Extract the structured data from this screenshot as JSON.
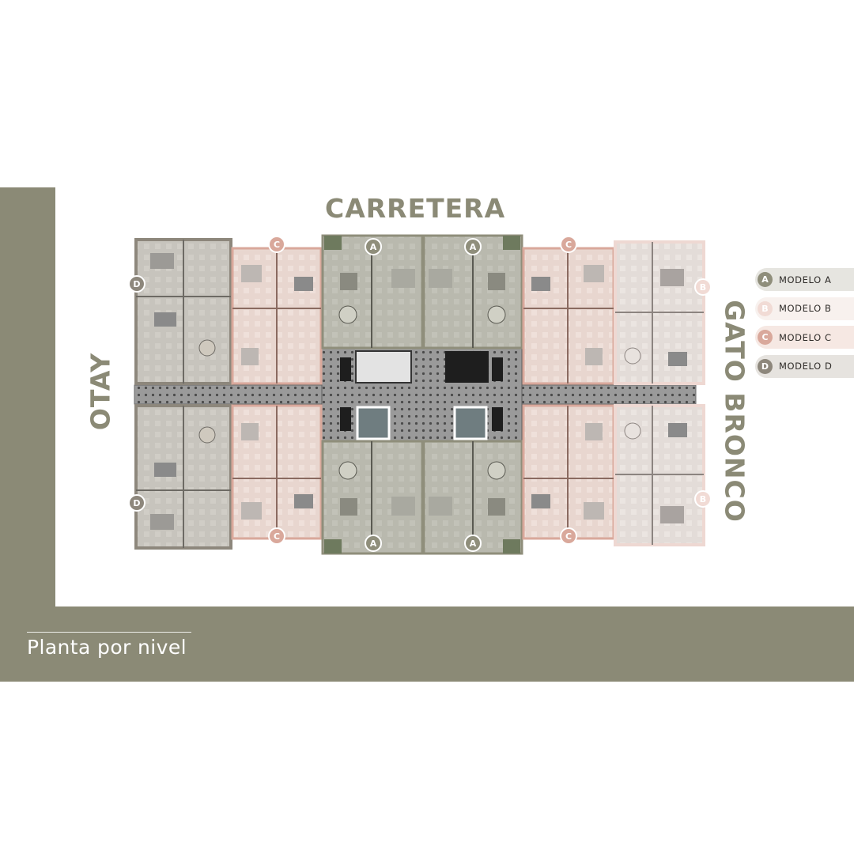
{
  "streets": {
    "top": "CARRETERA",
    "left": "OTAY",
    "right": "GATO BRONCO"
  },
  "caption": "Planta por nivel",
  "colors": {
    "frame": "#8b8a76",
    "model_a": "#8f8e7b",
    "model_b": "#eed8d2",
    "model_c": "#d9a89b",
    "model_d": "#8d877c"
  },
  "legend": [
    {
      "letter": "A",
      "label": "MODELO A",
      "badge_color": "#8f8e7b",
      "bg_color": "#e6e5e0"
    },
    {
      "letter": "B",
      "label": "MODELO B",
      "badge_color": "#f1dbd5",
      "bg_color": "#f8f1ee"
    },
    {
      "letter": "C",
      "label": "MODELO C",
      "badge_color": "#d9a89b",
      "bg_color": "#f6e8e3"
    },
    {
      "letter": "D",
      "label": "MODELO D",
      "badge_color": "#8d877c",
      "bg_color": "#e6e3df"
    }
  ],
  "unit_badges": [
    {
      "letter": "D"
    },
    {
      "letter": "C"
    },
    {
      "letter": "A"
    },
    {
      "letter": "A"
    },
    {
      "letter": "C"
    },
    {
      "letter": "B"
    },
    {
      "letter": "D"
    },
    {
      "letter": "C"
    },
    {
      "letter": "A"
    },
    {
      "letter": "A"
    },
    {
      "letter": "C"
    },
    {
      "letter": "B"
    }
  ]
}
